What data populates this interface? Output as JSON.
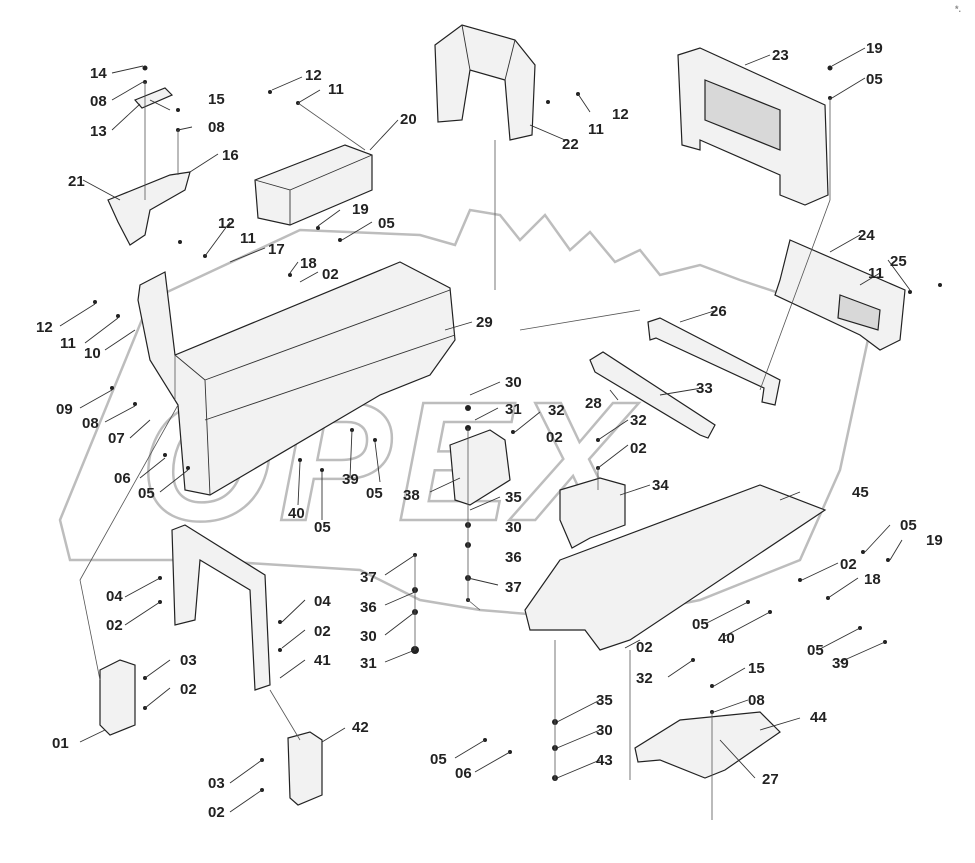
{
  "watermark": "OPEX",
  "corner_mark": "*.",
  "labels": [
    {
      "id": "l14a",
      "text": "14"
    },
    {
      "id": "l08a",
      "text": "08"
    },
    {
      "id": "l13a",
      "text": "13"
    },
    {
      "id": "l15a",
      "text": "15"
    },
    {
      "id": "l08b",
      "text": "08"
    },
    {
      "id": "l16a",
      "text": "16"
    },
    {
      "id": "l21a",
      "text": "21"
    },
    {
      "id": "l12a",
      "text": "12"
    },
    {
      "id": "l11a",
      "text": "11"
    },
    {
      "id": "l20a",
      "text": "20"
    },
    {
      "id": "l12b",
      "text": "12"
    },
    {
      "id": "l11b",
      "text": "11"
    },
    {
      "id": "l22a",
      "text": "22"
    },
    {
      "id": "l23a",
      "text": "23"
    },
    {
      "id": "l19a",
      "text": "19"
    },
    {
      "id": "l05a",
      "text": "05"
    },
    {
      "id": "l19b",
      "text": "19"
    },
    {
      "id": "l05b",
      "text": "05"
    },
    {
      "id": "l12c",
      "text": "12"
    },
    {
      "id": "l11c",
      "text": "11"
    },
    {
      "id": "l17a",
      "text": "17"
    },
    {
      "id": "l18a",
      "text": "18"
    },
    {
      "id": "l02a",
      "text": "02"
    },
    {
      "id": "l24a",
      "text": "24"
    },
    {
      "id": "l11d",
      "text": "11"
    },
    {
      "id": "l25a",
      "text": "25"
    },
    {
      "id": "l12d",
      "text": "12"
    },
    {
      "id": "l11e",
      "text": "11"
    },
    {
      "id": "l10a",
      "text": "10"
    },
    {
      "id": "l29a",
      "text": "29"
    },
    {
      "id": "l26a",
      "text": "26"
    },
    {
      "id": "l09a",
      "text": "09"
    },
    {
      "id": "l08c",
      "text": "08"
    },
    {
      "id": "l07a",
      "text": "07"
    },
    {
      "id": "l30a",
      "text": "30"
    },
    {
      "id": "l31a",
      "text": "31"
    },
    {
      "id": "l33a",
      "text": "33"
    },
    {
      "id": "l28a",
      "text": "28"
    },
    {
      "id": "l32a",
      "text": "32"
    },
    {
      "id": "l02b",
      "text": "02"
    },
    {
      "id": "l32b",
      "text": "32"
    },
    {
      "id": "l02c",
      "text": "02"
    },
    {
      "id": "l06a",
      "text": "06"
    },
    {
      "id": "l05c",
      "text": "05"
    },
    {
      "id": "l39a",
      "text": "39"
    },
    {
      "id": "l05d",
      "text": "05"
    },
    {
      "id": "l38a",
      "text": "38"
    },
    {
      "id": "l35a",
      "text": "35"
    },
    {
      "id": "l34a",
      "text": "34"
    },
    {
      "id": "l40a",
      "text": "40"
    },
    {
      "id": "l05e",
      "text": "05"
    },
    {
      "id": "l45a",
      "text": "45"
    },
    {
      "id": "l30b",
      "text": "30"
    },
    {
      "id": "l36a",
      "text": "36"
    },
    {
      "id": "l05f",
      "text": "05"
    },
    {
      "id": "l19c",
      "text": "19"
    },
    {
      "id": "l37a",
      "text": "37"
    },
    {
      "id": "l37b",
      "text": "37"
    },
    {
      "id": "l02d",
      "text": "02"
    },
    {
      "id": "l18b",
      "text": "18"
    },
    {
      "id": "l04a",
      "text": "04"
    },
    {
      "id": "l36b",
      "text": "36"
    },
    {
      "id": "l04b",
      "text": "04"
    },
    {
      "id": "l02e",
      "text": "02"
    },
    {
      "id": "l30c",
      "text": "30"
    },
    {
      "id": "l02f",
      "text": "02"
    },
    {
      "id": "l05g",
      "text": "05"
    },
    {
      "id": "l40b",
      "text": "40"
    },
    {
      "id": "l41a",
      "text": "41"
    },
    {
      "id": "l31b",
      "text": "31"
    },
    {
      "id": "l05h",
      "text": "05"
    },
    {
      "id": "l39b",
      "text": "39"
    },
    {
      "id": "l03a",
      "text": "03"
    },
    {
      "id": "l02g",
      "text": "02"
    },
    {
      "id": "l32c",
      "text": "32"
    },
    {
      "id": "l15b",
      "text": "15"
    },
    {
      "id": "l08d",
      "text": "08"
    },
    {
      "id": "l35b",
      "text": "35"
    },
    {
      "id": "l44a",
      "text": "44"
    },
    {
      "id": "l01a",
      "text": "01"
    },
    {
      "id": "l42a",
      "text": "42"
    },
    {
      "id": "l30d",
      "text": "30"
    },
    {
      "id": "l05i",
      "text": "05"
    },
    {
      "id": "l06b",
      "text": "06"
    },
    {
      "id": "l43a",
      "text": "43"
    },
    {
      "id": "l27a",
      "text": "27"
    },
    {
      "id": "l03b",
      "text": "03"
    },
    {
      "id": "l02h",
      "text": "02"
    }
  ]
}
